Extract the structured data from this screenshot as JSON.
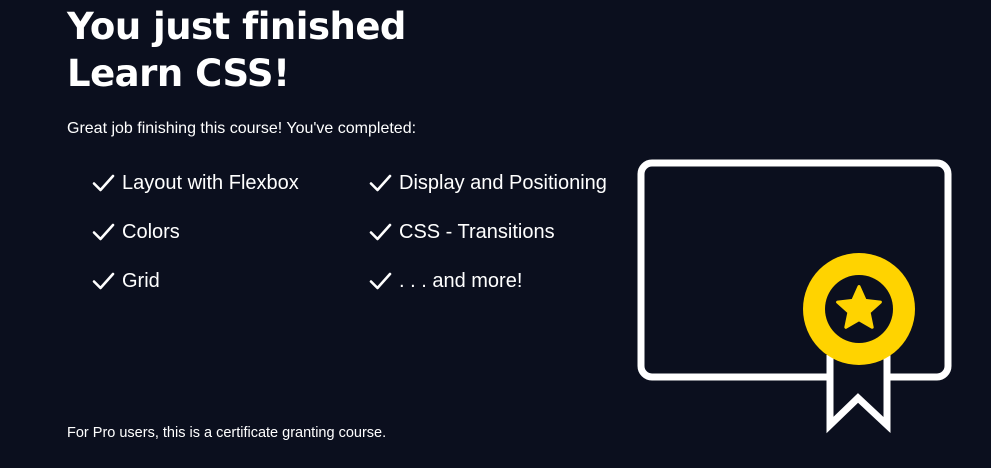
{
  "title": {
    "line1": "You just finished",
    "line2": "Learn CSS!"
  },
  "intro": "Great job finishing this course! You've completed:",
  "completed_items": [
    {
      "label": "Layout with Flexbox",
      "icon": "check-icon"
    },
    {
      "label": "Display and Positioning",
      "icon": "check-icon"
    },
    {
      "label": "Colors",
      "icon": "check-icon"
    },
    {
      "label": "CSS - Transitions",
      "icon": "check-icon"
    },
    {
      "label": "Grid",
      "icon": "check-icon"
    },
    {
      "label": ". . . and more!",
      "icon": "check-icon"
    }
  ],
  "footer_note": "For Pro users, this is a certificate granting course.",
  "certificate_icon": "certificate-badge-icon",
  "colors": {
    "background": "#0b0f1e",
    "text": "#ffffff",
    "badge_accent": "#ffd300"
  }
}
